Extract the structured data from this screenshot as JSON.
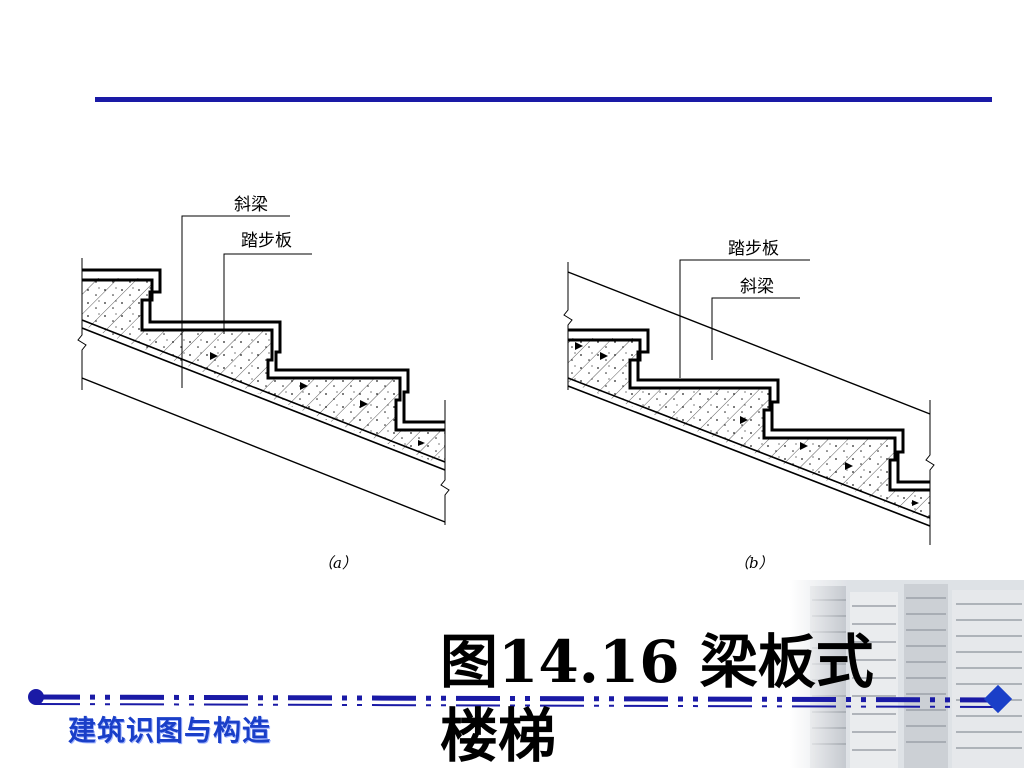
{
  "slide": {
    "caption": "图14.16  梁板式楼梯",
    "footer_title": "建筑识图与构造"
  },
  "figure_a": {
    "label_beam": "斜梁",
    "label_tread": "踏步板",
    "sublabel": "（a）"
  },
  "figure_b": {
    "label_tread": "踏步板",
    "label_beam": "斜梁",
    "sublabel": "（b）"
  },
  "colors": {
    "accent_blue": "#1a1aa6",
    "footer_text": "#1a3fc8"
  }
}
